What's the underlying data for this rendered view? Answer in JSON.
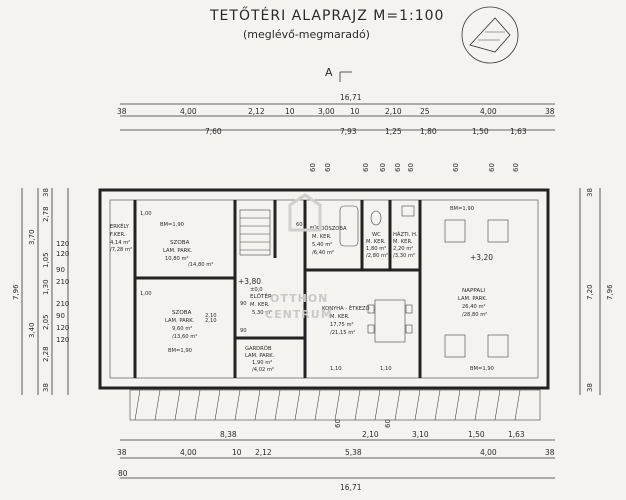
{
  "header": {
    "title": "TETŐTÉRI ALAPRAJZ  M=1:100",
    "subtitle": "(meglévő-megmaradó)",
    "section_mark": "A"
  },
  "dims_top": {
    "total": "16,71",
    "row1": [
      "38",
      "4,00",
      "2,12",
      "10",
      "3,00",
      "10",
      "2,10",
      "25",
      "4,00",
      "38"
    ],
    "row2": [
      "7,60",
      "7,93",
      "1,25",
      "1,80",
      "1,50",
      "1,63"
    ]
  },
  "dims_bottom": {
    "row1": [
      "8,38",
      "2,10",
      "3,10",
      "1,50",
      "1,63"
    ],
    "row2": [
      "38",
      "4,00",
      "10",
      "2,12",
      "5,38",
      "4,00",
      "38"
    ],
    "total": "16,71",
    "small": "80"
  },
  "dims_left": {
    "outer": "7,96",
    "a": [
      "3,70",
      "3,40"
    ],
    "b": [
      "2,78",
      "1,05",
      "1,30",
      "2,05",
      "2,28"
    ],
    "c": [
      "120",
      "120",
      "90",
      "210",
      "210",
      "90",
      "120",
      "120"
    ],
    "edge": [
      "38",
      "38"
    ]
  },
  "dims_right": {
    "outer": "7,96",
    "inner": "7,20",
    "edge": [
      "38",
      "38"
    ]
  },
  "window_dims": [
    "60",
    "60",
    "60",
    "60",
    "60",
    "60",
    "60",
    "60",
    "60",
    "60",
    "60"
  ],
  "rooms": [
    {
      "name": "SZOBA",
      "floor": "LAM. PARK.",
      "area": "10,80 m²",
      "area2": "/14,80 m²"
    },
    {
      "name": "SZOBA",
      "floor": "LAM. PARK.",
      "area": "9,60 m²",
      "area2": "/13,60 m²"
    },
    {
      "name": "ERKÉLY",
      "floor": "F.KER.",
      "area": "4,14 m²",
      "area2": "/7,28 m²"
    },
    {
      "name": "ELŐTÉR",
      "floor": "M. KER.",
      "area": "5,30 m²"
    },
    {
      "name": "GARDRÓB",
      "floor": "LAM. PARK.",
      "area": "1,90 m²",
      "area2": "/4,02 m²"
    },
    {
      "name": "FÜRDŐSZOBA",
      "floor": "M. KER.",
      "area": "5,40 m²",
      "area2": "/6,40 m²"
    },
    {
      "name": "WC",
      "floor": "M. KER.",
      "area": "1,80 m²",
      "area2": "/2,80 m²"
    },
    {
      "name": "HÁZTI. H.",
      "floor": "M. KER.",
      "area": "2,20 m²",
      "area2": "/3,30 m²"
    },
    {
      "name": "KONYHA - ÉTKEZŐ",
      "floor": "M. KER.",
      "area": "17,75 m²",
      "area2": "/21,15 m²"
    },
    {
      "name": "NAPPALI",
      "floor": "LAM. PARK.",
      "area": "26,40 m²",
      "area2": "/28,80 m²"
    }
  ],
  "levels": {
    "a": "+3,80",
    "b": "+3,20",
    "c": "±0,0"
  },
  "bm": [
    "BM=1,90",
    "BM=1,90",
    "BM=1,90",
    "BM=1,90"
  ],
  "openings": [
    "1,00",
    "1,00",
    "2,10",
    "1,10",
    "1,10",
    "60",
    "2,10",
    "90",
    "90"
  ],
  "watermark": [
    "OTTHON",
    "CENTRUM"
  ],
  "colors": {
    "ink": "#2a2a2a",
    "paper": "#f4f3f0",
    "watermark": "#c9c9c9"
  }
}
